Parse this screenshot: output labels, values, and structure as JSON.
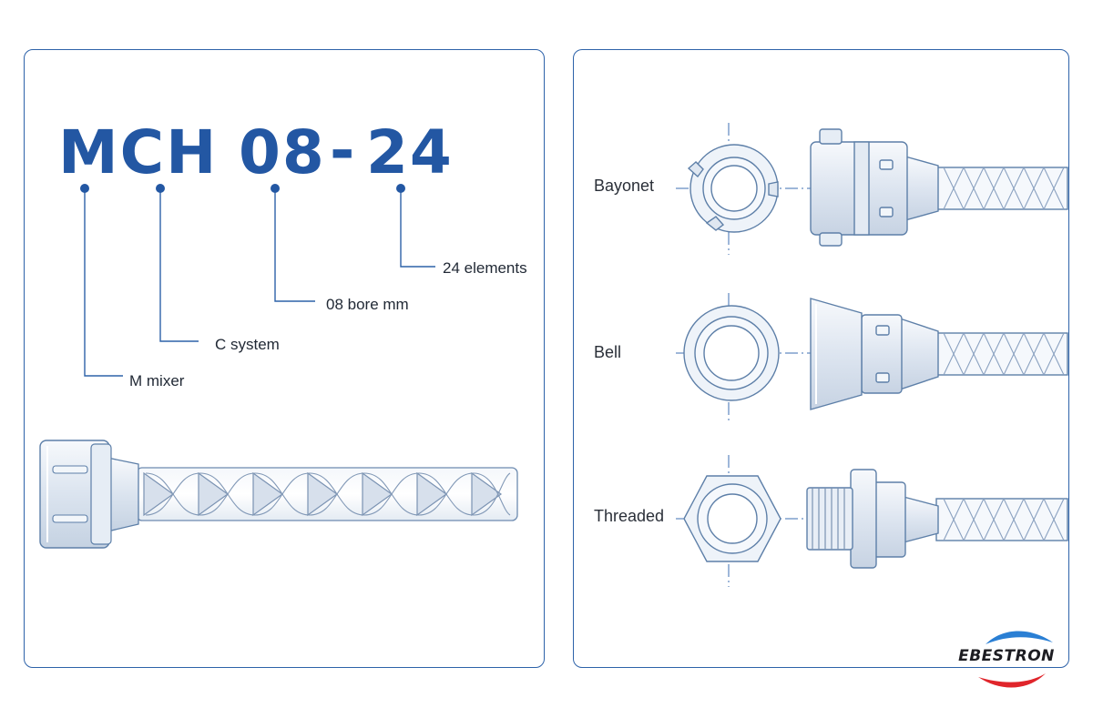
{
  "code": {
    "prefix": "MCH",
    "bore": "08",
    "separator": "-",
    "elements": "24"
  },
  "callouts": [
    {
      "text": "M mixer"
    },
    {
      "text": "C system"
    },
    {
      "text": "08 bore mm"
    },
    {
      "text": "24 elements"
    }
  ],
  "connections": [
    {
      "label": "Bayonet"
    },
    {
      "label": "Bell"
    },
    {
      "label": "Threaded"
    }
  ],
  "logo": {
    "text": "EBESTRON",
    "colors": {
      "top": "#2a7fd4",
      "bottom": "#e0252b"
    }
  },
  "colors": {
    "accent": "#2357a3",
    "line": "#2d62a9",
    "part": "#eef3f9",
    "partStroke": "#5d7fa8"
  }
}
